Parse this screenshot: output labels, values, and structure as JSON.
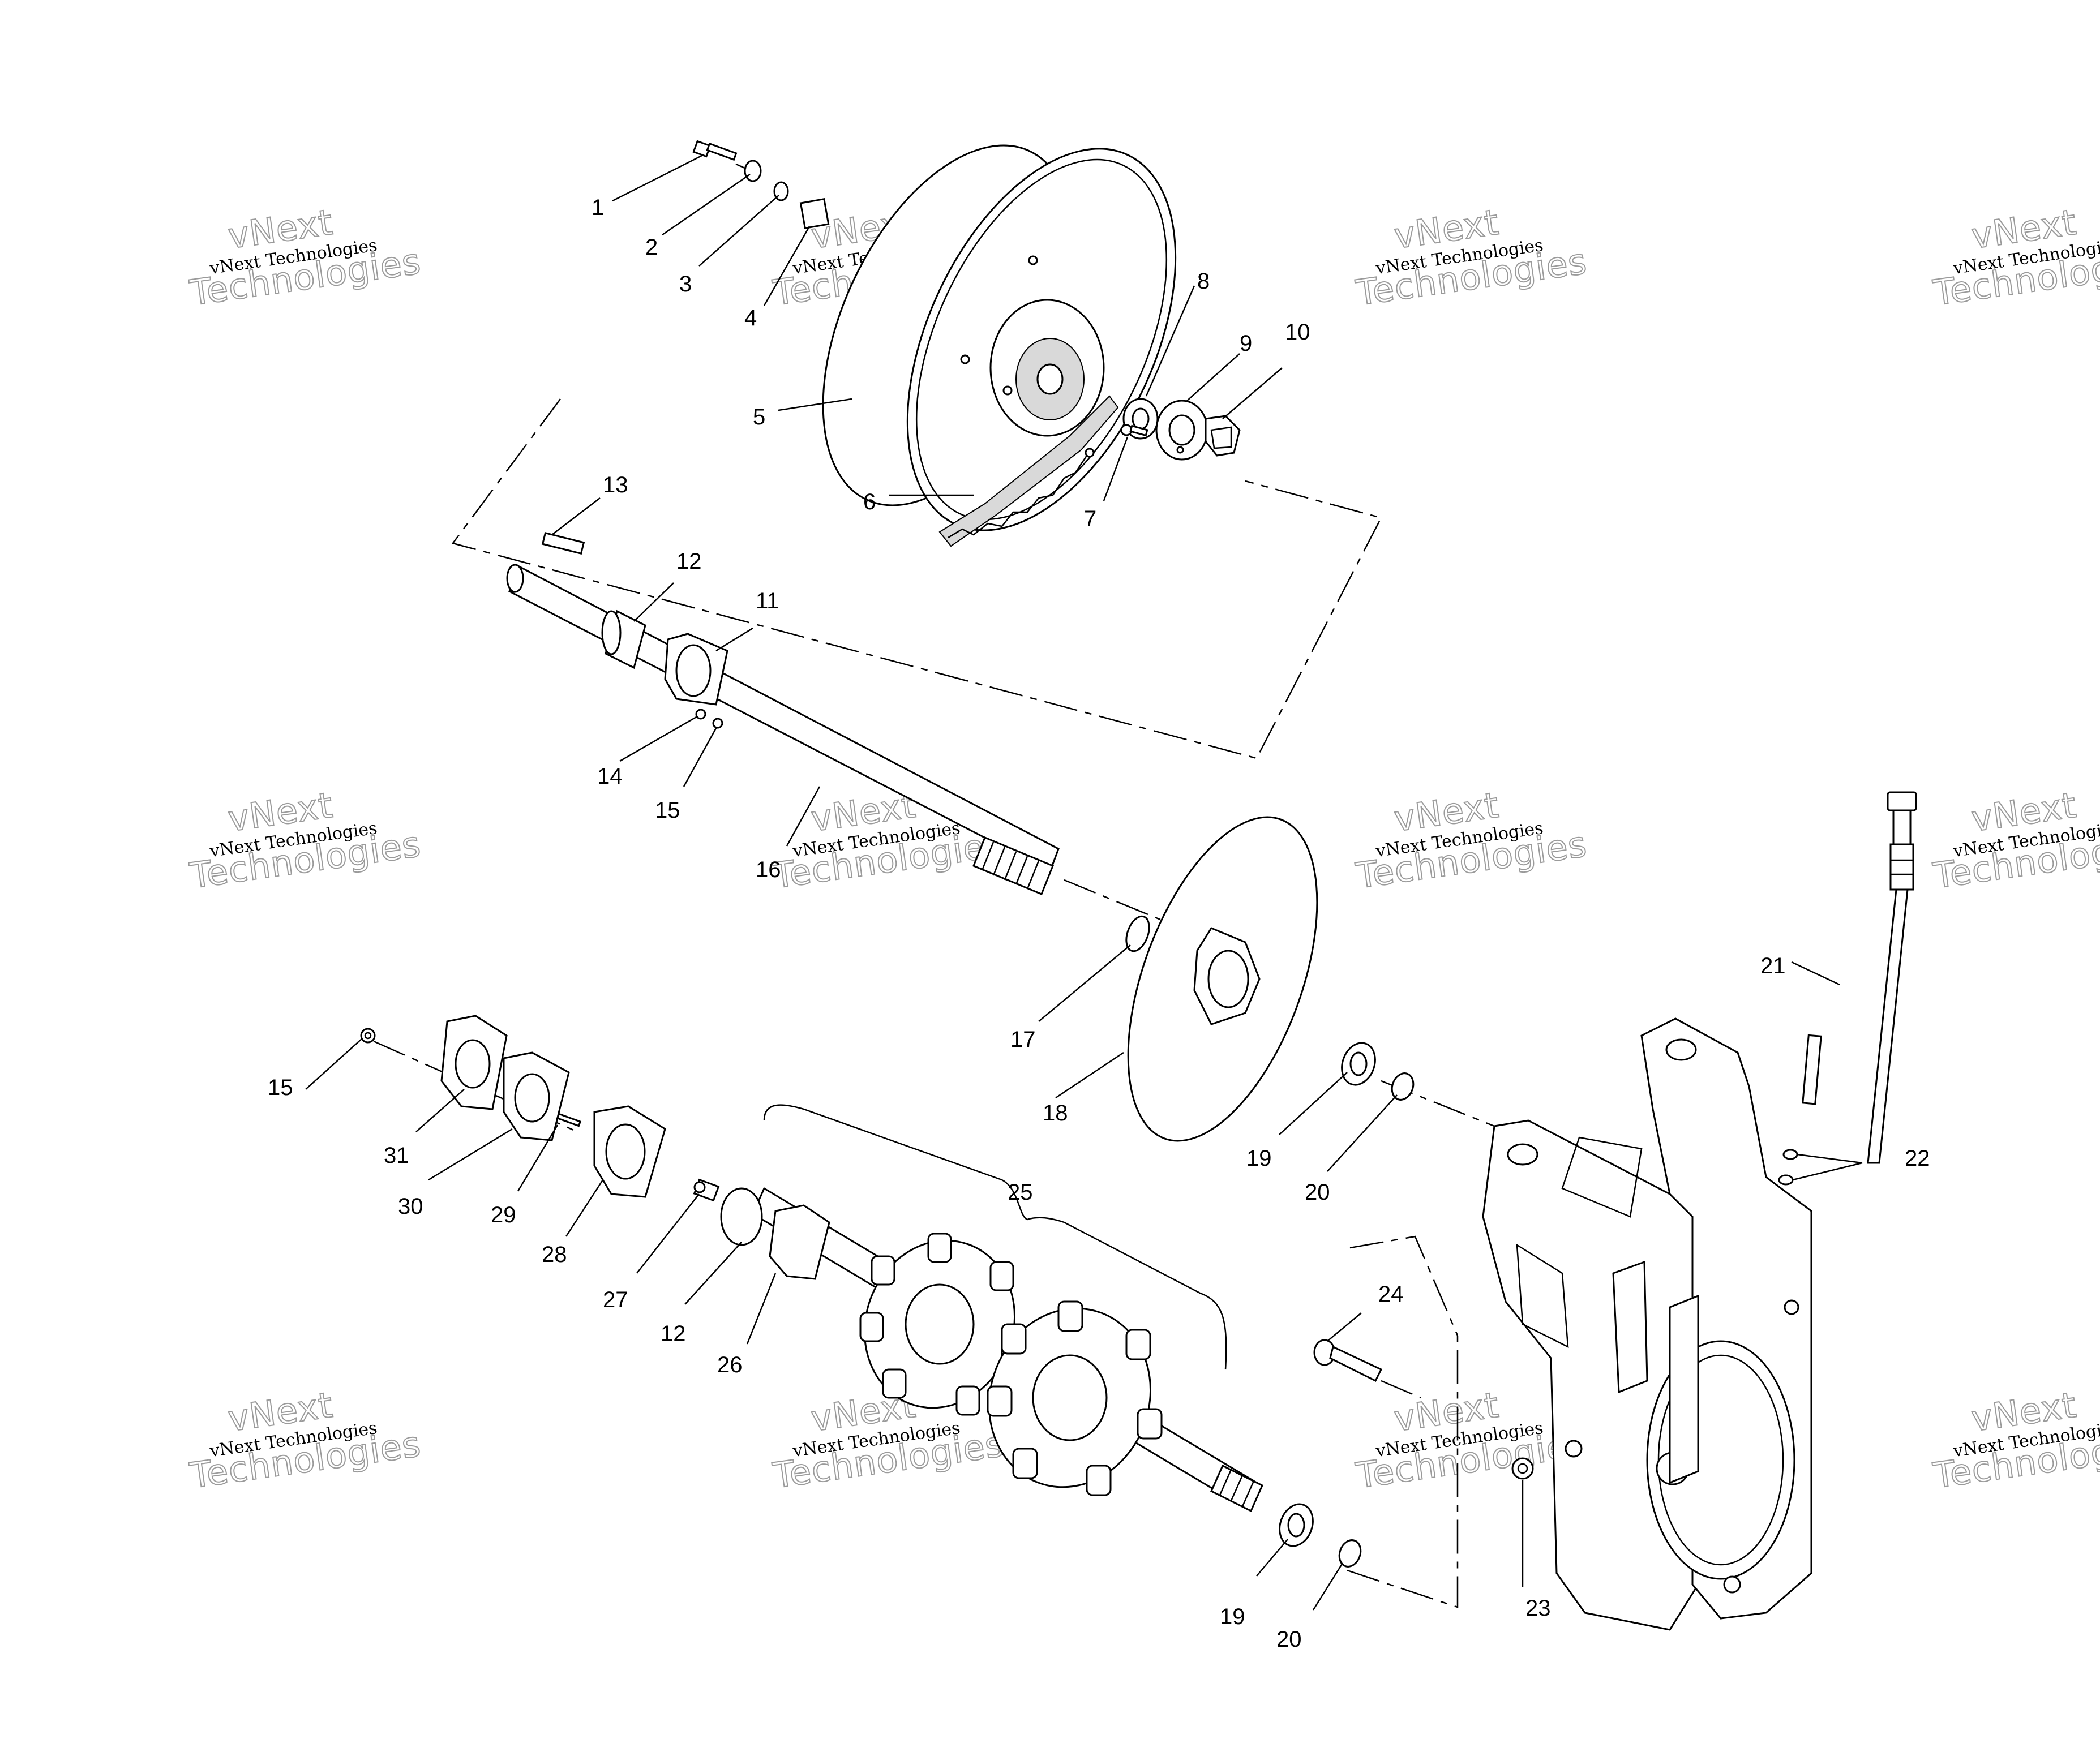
{
  "watermark": {
    "line1": "vNext Technologies",
    "line2a": "vNext",
    "line2b": "Technologies"
  },
  "callouts": [
    "1",
    "2",
    "3",
    "4",
    "5",
    "6",
    "7",
    "8",
    "9",
    "10",
    "11",
    "12",
    "13",
    "14",
    "15",
    "16",
    "17",
    "18",
    "19",
    "20",
    "21",
    "22",
    "23",
    "24",
    "25",
    "26",
    "27",
    "12",
    "15",
    "31",
    "30",
    "29",
    "28",
    "19",
    "20"
  ]
}
